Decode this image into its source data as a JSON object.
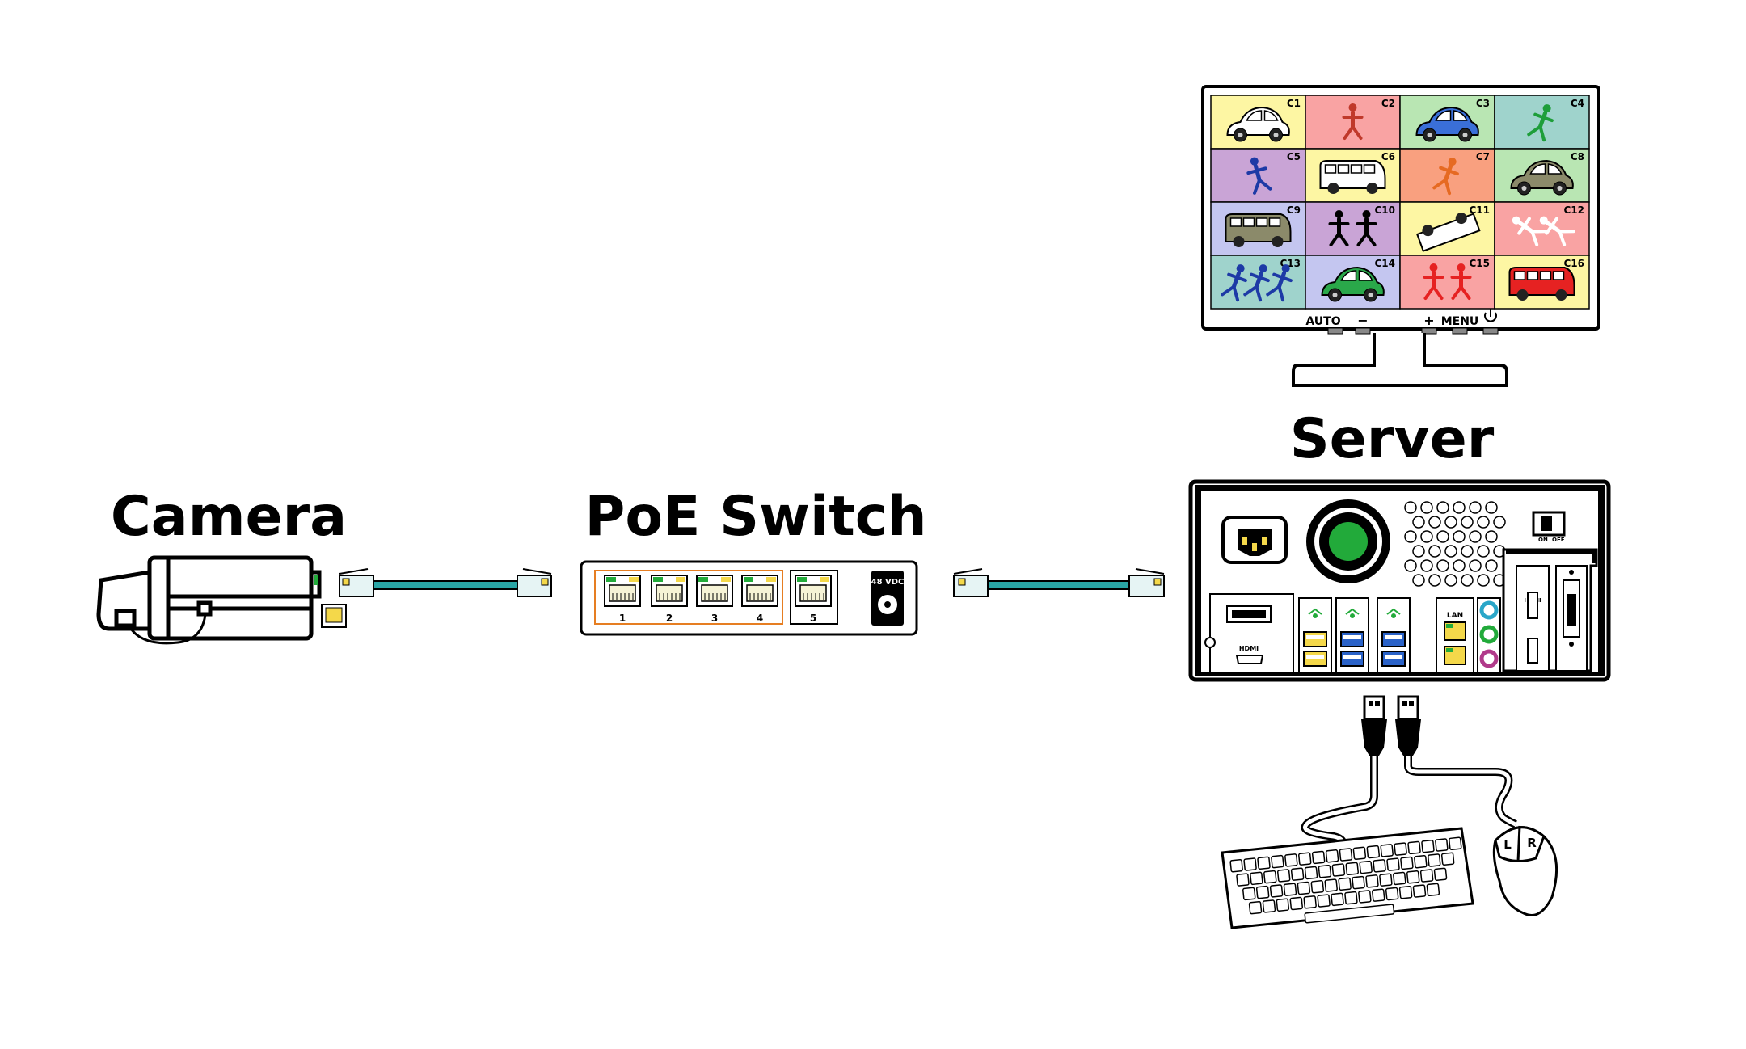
{
  "labels": {
    "camera": "Camera",
    "switch": "PoE Switch",
    "server": "Server"
  },
  "monitor": {
    "buttons": {
      "auto": "AUTO",
      "minus": "−",
      "plus": "+",
      "menu": "MENU"
    },
    "tiles": [
      {
        "id": "C1",
        "bg": "#fdf6a3",
        "content": "beetle-car",
        "color": "#ffffff"
      },
      {
        "id": "C2",
        "bg": "#f9a3a3",
        "content": "person-standing",
        "color": "#c0392b"
      },
      {
        "id": "C3",
        "bg": "#b9e6b3",
        "content": "beetle-car",
        "color": "#3a6fd8"
      },
      {
        "id": "C4",
        "bg": "#9fd3cc",
        "content": "person-running",
        "color": "#1e9e3a"
      },
      {
        "id": "C5",
        "bg": "#c9a4d6",
        "content": "person-kicking",
        "color": "#1d3aa6"
      },
      {
        "id": "C6",
        "bg": "#fdf6a3",
        "content": "van",
        "color": "#ffffff"
      },
      {
        "id": "C7",
        "bg": "#f9a07f",
        "content": "person-running",
        "color": "#e66a22"
      },
      {
        "id": "C8",
        "bg": "#b9e6b3",
        "content": "beetle-car",
        "color": "#8b8a6a"
      },
      {
        "id": "C9",
        "bg": "#c4c6f0",
        "content": "van",
        "color": "#8b8a6a"
      },
      {
        "id": "C10",
        "bg": "#c9a4d6",
        "content": "people-fighting",
        "color": "#000000"
      },
      {
        "id": "C11",
        "bg": "#fdf6a3",
        "content": "car-flipped",
        "color": "#ffffff"
      },
      {
        "id": "C12",
        "bg": "#f9a3a3",
        "content": "people-falling",
        "color": "#ffffff"
      },
      {
        "id": "C13",
        "bg": "#9fd3cc",
        "content": "people-running",
        "color": "#1d3aa6"
      },
      {
        "id": "C14",
        "bg": "#c4c6f0",
        "content": "beetle-car",
        "color": "#2aa84a"
      },
      {
        "id": "C15",
        "bg": "#f9a3a3",
        "content": "people-fighting",
        "color": "#e62222"
      },
      {
        "id": "C16",
        "bg": "#fdf6a3",
        "content": "van",
        "color": "#e62222"
      }
    ]
  },
  "switch": {
    "ports": [
      "1",
      "2",
      "3",
      "4",
      "5"
    ],
    "power": "48 VDC"
  },
  "server": {
    "switch_on": "ON",
    "switch_off": "OFF",
    "lan": "LAN",
    "hdmi": "HDMI"
  },
  "mouse": {
    "left": "L",
    "right": "R"
  },
  "colors": {
    "cable": "#2aa6a6",
    "fan_green": "#22aa3a",
    "usb_blue": "#2a62c8",
    "usb_yellow": "#f4d84a",
    "orange": "#e67e22"
  }
}
